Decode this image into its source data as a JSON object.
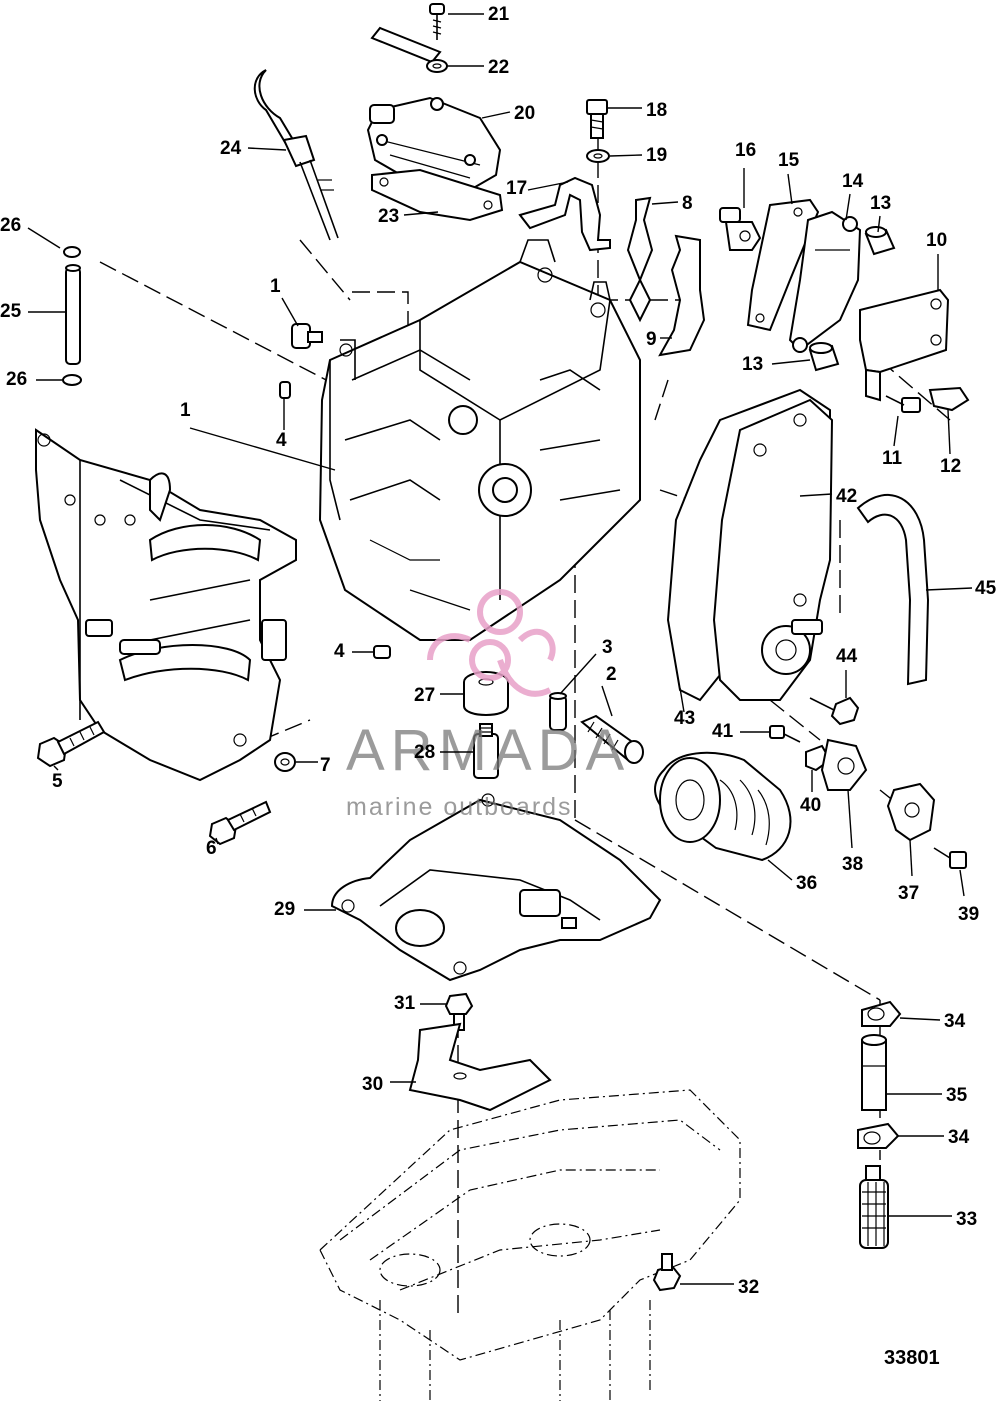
{
  "callouts": [
    {
      "id": "c21",
      "label": "21"
    },
    {
      "id": "c22",
      "label": "22"
    },
    {
      "id": "c20",
      "label": "20"
    },
    {
      "id": "c18",
      "label": "18"
    },
    {
      "id": "c19",
      "label": "19"
    },
    {
      "id": "c24",
      "label": "24"
    },
    {
      "id": "c16",
      "label": "16"
    },
    {
      "id": "c15",
      "label": "15"
    },
    {
      "id": "c14",
      "label": "14"
    },
    {
      "id": "c13a",
      "label": "13"
    },
    {
      "id": "c17",
      "label": "17"
    },
    {
      "id": "c8",
      "label": "8"
    },
    {
      "id": "c23",
      "label": "23"
    },
    {
      "id": "c26a",
      "label": "26"
    },
    {
      "id": "c10",
      "label": "10"
    },
    {
      "id": "c25",
      "label": "25"
    },
    {
      "id": "c1a",
      "label": "1"
    },
    {
      "id": "c9",
      "label": "9"
    },
    {
      "id": "c13b",
      "label": "13"
    },
    {
      "id": "c26b",
      "label": "26"
    },
    {
      "id": "c1b",
      "label": "1"
    },
    {
      "id": "c4a",
      "label": "4"
    },
    {
      "id": "c11",
      "label": "11"
    },
    {
      "id": "c12",
      "label": "12"
    },
    {
      "id": "c42",
      "label": "42"
    },
    {
      "id": "c45",
      "label": "45"
    },
    {
      "id": "c3",
      "label": "3"
    },
    {
      "id": "c4b",
      "label": "4"
    },
    {
      "id": "c2",
      "label": "2"
    },
    {
      "id": "c44",
      "label": "44"
    },
    {
      "id": "c27",
      "label": "27"
    },
    {
      "id": "c43",
      "label": "43"
    },
    {
      "id": "c41",
      "label": "41"
    },
    {
      "id": "c28",
      "label": "28"
    },
    {
      "id": "c7",
      "label": "7"
    },
    {
      "id": "c5",
      "label": "5"
    },
    {
      "id": "c40",
      "label": "40"
    },
    {
      "id": "c6",
      "label": "6"
    },
    {
      "id": "c36",
      "label": "36"
    },
    {
      "id": "c38",
      "label": "38"
    },
    {
      "id": "c37",
      "label": "37"
    },
    {
      "id": "c39",
      "label": "39"
    },
    {
      "id": "c29",
      "label": "29"
    },
    {
      "id": "c31",
      "label": "31"
    },
    {
      "id": "c34a",
      "label": "34"
    },
    {
      "id": "c30",
      "label": "30"
    },
    {
      "id": "c35",
      "label": "35"
    },
    {
      "id": "c34b",
      "label": "34"
    },
    {
      "id": "c33",
      "label": "33"
    },
    {
      "id": "c32",
      "label": "32"
    }
  ],
  "watermark": {
    "brand": "ARMADA",
    "tagline": "marine outboards",
    "logo_color": "#e8a0c8"
  },
  "figure_number": "33801"
}
